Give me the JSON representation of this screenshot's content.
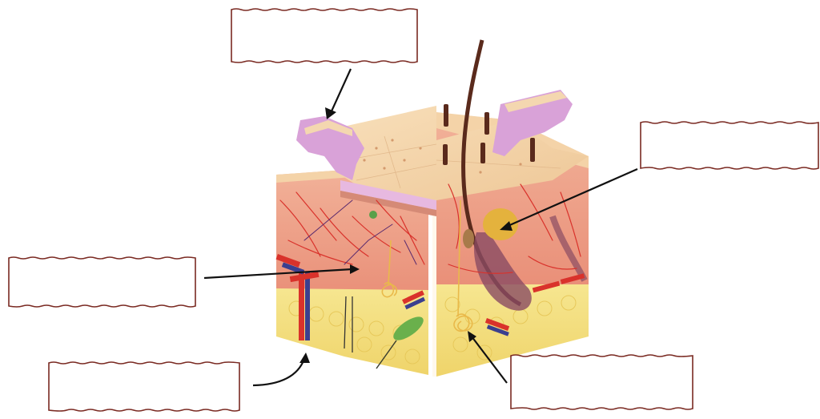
{
  "diagram": {
    "subject": "skin-cross-section-block",
    "labels": [
      {
        "id": "top-center",
        "text": ""
      },
      {
        "id": "right-upper",
        "text": ""
      },
      {
        "id": "left-middle",
        "text": ""
      },
      {
        "id": "left-bottom",
        "text": ""
      },
      {
        "id": "right-bottom",
        "text": ""
      }
    ],
    "colors": {
      "epidermis": "#f3cfa2",
      "epidermis_top": "#f7dcb5",
      "dermis": "#f0a58a",
      "dermis_dark": "#e58e78",
      "hypodermis": "#f4e07e",
      "peeled_flap": "#d9a2d8",
      "vessel_red": "#d9322b",
      "vessel_blue": "#3b3f8f",
      "nerve_yellow": "#e9b94a",
      "hair": "#5a2a1c",
      "box_border": "#7a2a22",
      "arrow": "#111111"
    }
  }
}
